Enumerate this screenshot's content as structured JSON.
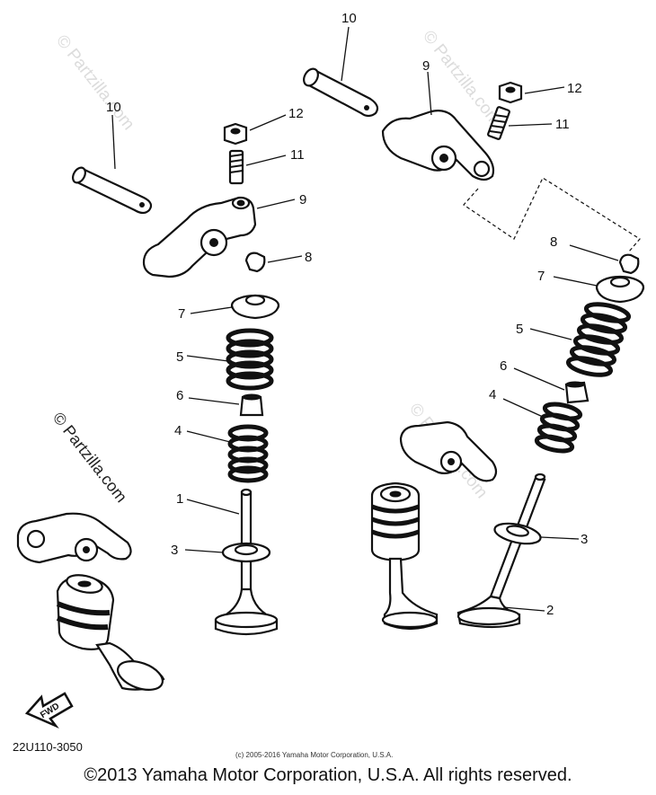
{
  "diagram": {
    "callouts": {
      "c10_left": "10",
      "c10_right": "10",
      "c12_left": "12",
      "c12_right": "12",
      "c11_left": "11",
      "c11_right": "11",
      "c9_left": "9",
      "c9_right": "9",
      "c8_left": "8",
      "c8_right": "8",
      "c7_left": "7",
      "c7_right": "7",
      "c5_left": "5",
      "c5_right": "5",
      "c6_left": "6",
      "c6_right": "6",
      "c4_left": "4",
      "c4_right": "4",
      "c1": "1",
      "c3_left": "3",
      "c3_right": "3",
      "c2": "2"
    },
    "fwd_label": "FWD",
    "part_code": "22U110-3050",
    "small_copyright": "(c) 2005-2016 Yamaha Motor Corporation, U.S.A."
  },
  "watermarks": {
    "main": "© Partzilla.com",
    "top_left": "© Partzilla.com",
    "top_right": "© Partzilla.com",
    "mid": "© Partzilla.com"
  },
  "footer": {
    "copyright": "©2013 Yamaha Motor Corporation, U.S.A. All rights reserved."
  }
}
